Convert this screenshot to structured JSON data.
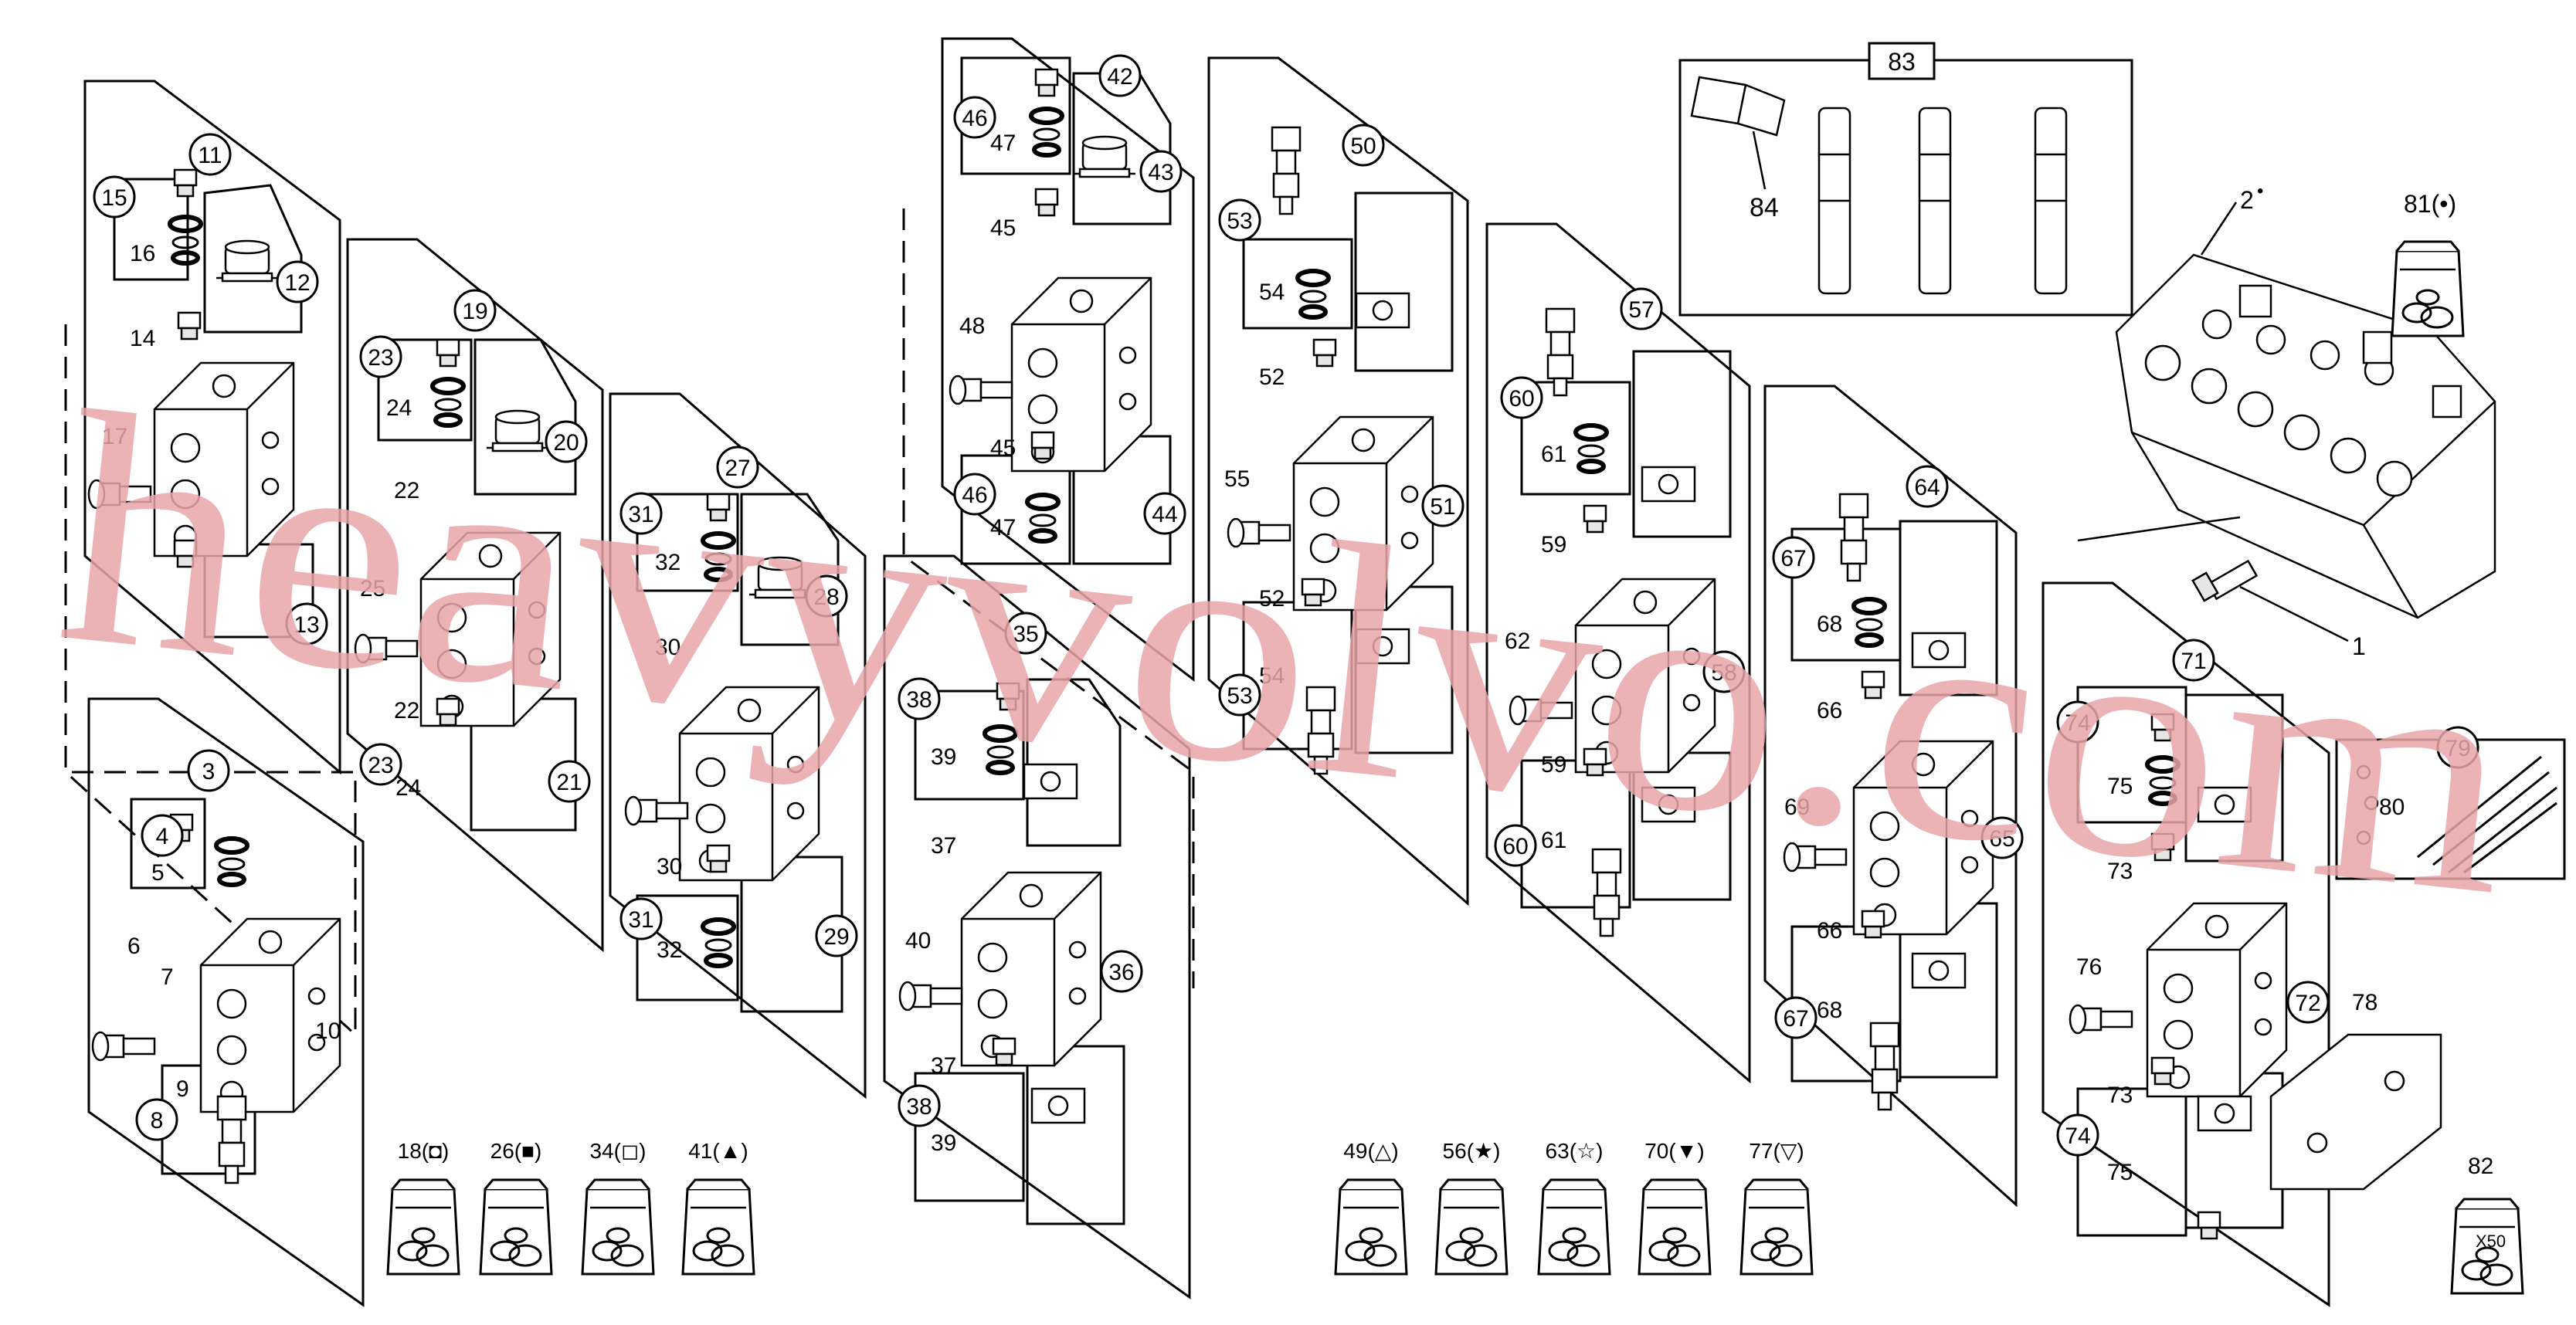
{
  "watermark": "heavyvolvo.com",
  "section_frames": [
    {
      "id": "11",
      "bubble": "11"
    },
    {
      "id": "19",
      "bubble": "19"
    },
    {
      "id": "27",
      "bubble": "27"
    },
    {
      "id": "35",
      "bubble": "35"
    },
    {
      "id": "42",
      "bubble": "42"
    },
    {
      "id": "50",
      "bubble": "50"
    },
    {
      "id": "57",
      "bubble": "57"
    },
    {
      "id": "64",
      "bubble": "64"
    },
    {
      "id": "71",
      "bubble": "71"
    },
    {
      "id": "83",
      "bubble": "83"
    },
    {
      "id": "79",
      "bubble": "79"
    }
  ],
  "callouts": {
    "c1": "1",
    "c2": "2",
    "c2_mark": "•",
    "c3": "3",
    "c4": "4",
    "c5": "5",
    "c6": "6",
    "c7": "7",
    "c8": "8",
    "c9": "9",
    "c10": "10",
    "c11": "11",
    "c12": "12",
    "c13": "13",
    "c14": "14",
    "c15": "15",
    "c16": "16",
    "c17": "17",
    "c19": "19",
    "c20": "20",
    "c21": "21",
    "c22a": "22",
    "c22b": "22",
    "c23a": "23",
    "c23b": "23",
    "c24a": "24",
    "c24b": "24",
    "c25": "25",
    "c27": "27",
    "c28": "28",
    "c29": "29",
    "c30a": "30",
    "c30b": "30",
    "c31a": "31",
    "c31b": "31",
    "c32a": "32",
    "c32b": "32",
    "c35": "35",
    "c36": "36",
    "c37a": "37",
    "c37b": "37",
    "c38a": "38",
    "c38b": "38",
    "c39a": "39",
    "c39b": "39",
    "c40": "40",
    "c42": "42",
    "c43": "43",
    "c44": "44",
    "c45a": "45",
    "c45b": "45",
    "c46a": "46",
    "c46b": "46",
    "c47a": "47",
    "c47b": "47",
    "c48": "48",
    "c50": "50",
    "c51": "51",
    "c52a": "52",
    "c52b": "52",
    "c53a": "53",
    "c53b": "53",
    "c54a": "54",
    "c54b": "54",
    "c55": "55",
    "c57": "57",
    "c58": "58",
    "c59a": "59",
    "c59b": "59",
    "c60a": "60",
    "c60b": "60",
    "c61a": "61",
    "c61b": "61",
    "c62": "62",
    "c64": "64",
    "c65": "65",
    "c66a": "66",
    "c66b": "66",
    "c67a": "67",
    "c67b": "67",
    "c68a": "68",
    "c68b": "68",
    "c69": "69",
    "c71": "71",
    "c72": "72",
    "c73a": "73",
    "c73b": "73",
    "c74a": "74",
    "c74b": "74",
    "c75a": "75",
    "c75b": "75",
    "c76": "76",
    "c78": "78",
    "c79": "79",
    "c80": "80",
    "c81": "81(•)",
    "c82": "82",
    "c83": "83",
    "c84": "84"
  },
  "kits": [
    {
      "label": "18(◘)"
    },
    {
      "label": "26(■)"
    },
    {
      "label": "34(◻)"
    },
    {
      "label": "41(▲)"
    },
    {
      "label": "49(△)"
    },
    {
      "label": "56(★)"
    },
    {
      "label": "63(☆)"
    },
    {
      "label": "70(▼)"
    },
    {
      "label": "77(▽)"
    }
  ],
  "kit82_note": "X50",
  "colors": {
    "line": "#000000",
    "watermark": "#e9a6ab",
    "background": "#ffffff"
  },
  "icons": [
    "manual-book-icon",
    "seal-kit-bag-icon",
    "symbol-circle",
    "symbol-square",
    "symbol-triangle",
    "symbol-star"
  ]
}
